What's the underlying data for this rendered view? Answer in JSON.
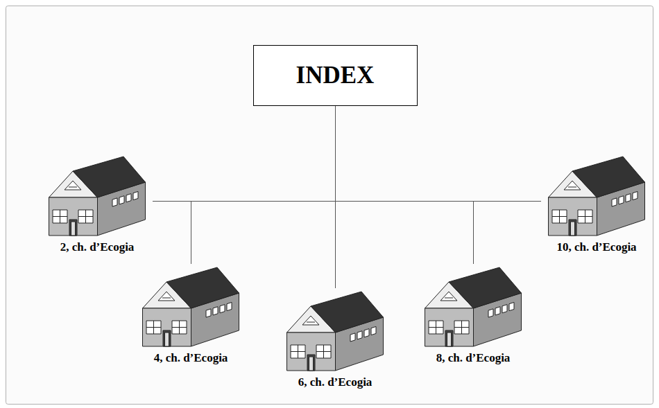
{
  "diagram": {
    "nodes": [
      {
        "text": [
          "INDEX"
        ]
      },
      {
        "text": [
          "2, ch. d’Ecogia"
        ]
      },
      {
        "text": [
          "4, ch. d’Ecogia"
        ]
      },
      {
        "text": [
          "6, ch. d’Ecogia"
        ]
      },
      {
        "text": [
          "8, ch. d’Ecogia"
        ]
      },
      {
        "text": [
          "10, ch. d’Ecogia"
        ]
      }
    ],
    "edges": [
      {
        "from": 0,
        "to": 1,
        "arrow": "none"
      },
      {
        "from": 0,
        "to": 2,
        "arrow": "none"
      },
      {
        "from": 0,
        "to": 3,
        "arrow": "none"
      },
      {
        "from": 0,
        "to": 4,
        "arrow": "none"
      },
      {
        "from": 0,
        "to": 5,
        "arrow": "none"
      }
    ]
  }
}
